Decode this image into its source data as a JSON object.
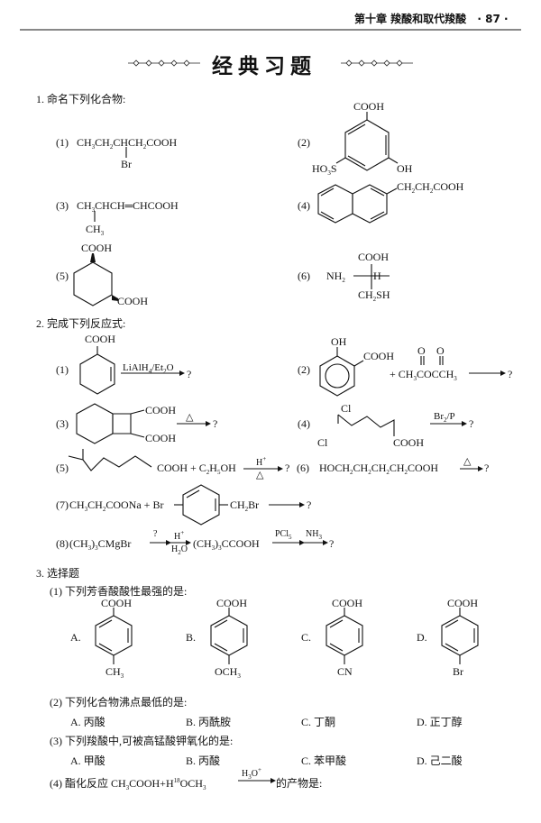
{
  "header": {
    "chapter": "第十章 羧酸和取代羧酸",
    "page": "· 87 ·"
  },
  "title": "经典习题",
  "q1": {
    "heading": "1. 命名下列化合物:",
    "items": [
      {
        "num": "(1)",
        "formula": "CH3CH2CHCH2COOH",
        "sub": "Br"
      },
      {
        "num": "(2)",
        "labels": [
          "COOH",
          "HO3S",
          "OH"
        ]
      },
      {
        "num": "(3)",
        "formula": "CH3CHCH═CHCOOH",
        "sub": "CH3"
      },
      {
        "num": "(4)",
        "labels": [
          "CH2CH2COOH"
        ]
      },
      {
        "num": "(5)",
        "labels": [
          "COOH",
          "COOH"
        ]
      },
      {
        "num": "(6)",
        "labels": [
          "COOH",
          "NH2",
          "H",
          "CH2SH"
        ]
      }
    ]
  },
  "q2": {
    "heading": "2. 完成下列反应式:",
    "items": [
      {
        "num": "(1)",
        "labels": [
          "COOH",
          "LiAlH4/Et2O",
          "?"
        ]
      },
      {
        "num": "(2)",
        "labels": [
          "OH",
          "COOH",
          "O",
          "O",
          "+ CH3COCCH3",
          "?"
        ]
      },
      {
        "num": "(3)",
        "labels": [
          "COOH",
          "COOH",
          "△",
          "?"
        ]
      },
      {
        "num": "(4)",
        "labels": [
          "Cl",
          "Cl",
          "COOH",
          "Br2/P",
          "?"
        ]
      },
      {
        "num": "(5)",
        "labels": [
          "COOH + C2H5OH",
          "H+",
          "△",
          "?"
        ]
      },
      {
        "num": "(6)",
        "labels": [
          "HOCH2CH2CH2CH2COOH",
          "△",
          "?"
        ]
      },
      {
        "num": "(7)",
        "labels": [
          "CH3CH2COONa + Br",
          "CH2Br",
          "?"
        ]
      },
      {
        "num": "(8)",
        "labels": [
          "(CH3)3CMgBr",
          "?",
          "H+",
          "H2O",
          "(CH3)3CCOOH",
          "PCl5",
          "NH3",
          "?"
        ]
      }
    ]
  },
  "q3": {
    "heading": "3. 选择题",
    "sub1": {
      "stem": "(1) 下列芳香酸酸性最强的是:",
      "options": [
        {
          "letter": "A.",
          "top": "COOH",
          "bottom": "CH3"
        },
        {
          "letter": "B.",
          "top": "COOH",
          "bottom": "OCH3"
        },
        {
          "letter": "C.",
          "top": "COOH",
          "bottom": "CN"
        },
        {
          "letter": "D.",
          "top": "COOH",
          "bottom": "Br"
        }
      ]
    },
    "sub2": {
      "stem": "(2) 下列化合物沸点最低的是:",
      "options": [
        "A. 丙酸",
        "B. 丙酰胺",
        "C. 丁酮",
        "D. 正丁醇"
      ]
    },
    "sub3": {
      "stem": "(3) 下列羧酸中,可被高锰酸钾氧化的是:",
      "options": [
        "A. 甲酸",
        "B. 丙酸",
        "C. 苯甲酸",
        "D. 己二酸"
      ]
    },
    "sub4": {
      "stem_a": "(4) 酯化反应 CH3COOH+H18OCH3",
      "cat": "H3O+",
      "stem_b": "的产物是:"
    }
  }
}
